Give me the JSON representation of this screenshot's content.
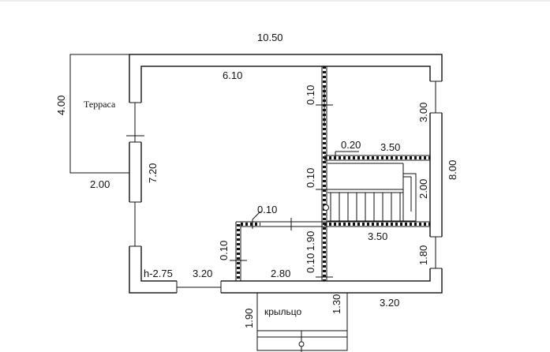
{
  "labels": {
    "overall_width": "10.50",
    "overall_depth": "8.00",
    "terrace_name": "Терраса",
    "terrace_depth": "4.00",
    "terrace_width": "2.00",
    "main_room_width": "6.10",
    "main_room_depth": "7.20",
    "partition_thickness_1": "0.10",
    "partition_thickness_2": "0.10",
    "partition_thickness_3": "0.10",
    "partition_thickness_4": "0.10",
    "partition_thickness_5": "0.10",
    "brick_wall_thickness": "0.20",
    "room_ne_depth": "3.00",
    "stair_room_width": "3.50",
    "stair_room_depth": "2.00",
    "lower_right_width": "3.50",
    "lower_right_depth": "1.80",
    "corridor_depth": "1.90",
    "ceiling_height": "h-2.75",
    "bottom_left_width": "3.20",
    "bottom_mid_width": "2.80",
    "porch_name": "крыльцо",
    "porch_width": "3.20",
    "porch_depth": "1.90",
    "porch_inner_depth": "1.30"
  }
}
